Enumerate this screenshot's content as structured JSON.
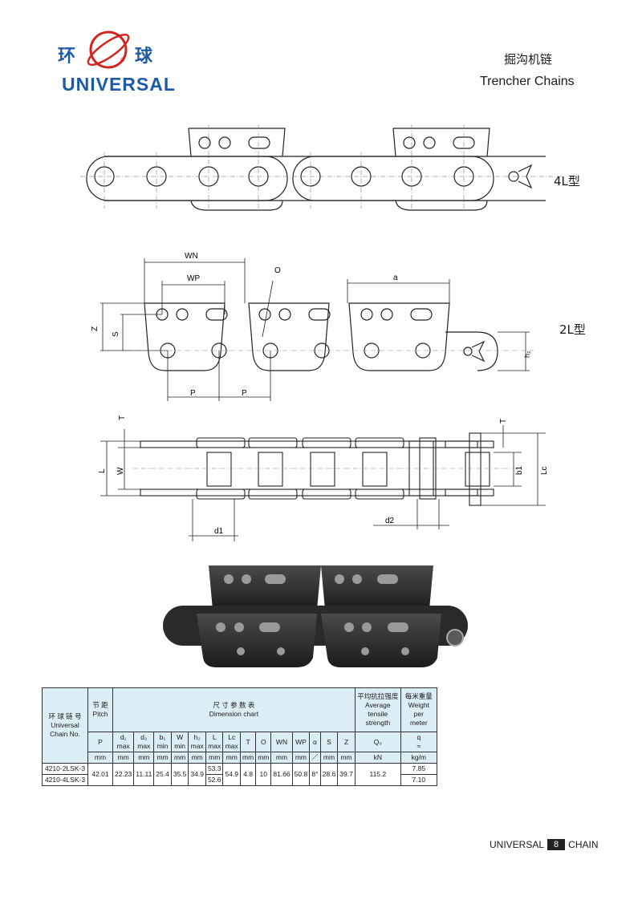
{
  "logo": {
    "cn_left": "环",
    "cn_right": "球",
    "registered": "®",
    "en": "UNIVERSAL"
  },
  "header": {
    "title_cn": "掘沟机链",
    "title_en": "Trencher Chains"
  },
  "diagram_top": {
    "type_label": "4L型"
  },
  "diagram_mid": {
    "type_label": "2L型",
    "dims": {
      "wn": "WN",
      "wp": "WP",
      "o": "O",
      "a": "a",
      "z": "Z",
      "s": "S",
      "p1": "P",
      "p2": "P",
      "h2": "h₂"
    }
  },
  "diagram_side": {
    "dims": {
      "t_left": "T",
      "t_right": "T",
      "l": "L",
      "w": "W",
      "b1": "b1",
      "lc": "Lc",
      "d1": "d1",
      "d2": "d2"
    }
  },
  "table": {
    "head": {
      "chain_no_cn": "环 球 链 号",
      "chain_no_en1": "Universal",
      "chain_no_en2": "Chain No.",
      "pitch_cn": "节 距",
      "pitch_en": "Pitch",
      "dim_cn": "尺 寸 参 数 表",
      "dim_en": "Dimension chart",
      "tensile_cn": "平均抗拉强度",
      "tensile_en1": "Average",
      "tensile_en2": "tensile",
      "tensile_en3": "strength",
      "weight_cn": "每米重量",
      "weight_en1": "Weight",
      "weight_en2": "per",
      "weight_en3": "meter"
    },
    "symbols": [
      {
        "sym": "P",
        "sub": ""
      },
      {
        "sym": "d₁",
        "sub": "max"
      },
      {
        "sym": "d₂",
        "sub": "max"
      },
      {
        "sym": "b₁",
        "sub": "min"
      },
      {
        "sym": "W",
        "sub": "min"
      },
      {
        "sym": "h₂",
        "sub": "max"
      },
      {
        "sym": "L",
        "sub": "max"
      },
      {
        "sym": "Lc",
        "sub": "max"
      },
      {
        "sym": "T",
        "sub": ""
      },
      {
        "sym": "O",
        "sub": ""
      },
      {
        "sym": "WN",
        "sub": ""
      },
      {
        "sym": "WP",
        "sub": ""
      },
      {
        "sym": "α",
        "sub": ""
      },
      {
        "sym": "S",
        "sub": ""
      },
      {
        "sym": "Z",
        "sub": ""
      },
      {
        "sym": "Q₀",
        "sub": ""
      },
      {
        "sym": "q",
        "sub": "≈"
      }
    ],
    "units": [
      "mm",
      "mm",
      "mm",
      "mm",
      "mm",
      "mm",
      "mm",
      "mm",
      "mm",
      "mm",
      "mm",
      "mm",
      "／",
      "mm",
      "mm",
      "kN",
      "kg/m"
    ],
    "rows": [
      {
        "chain_no": "4210-2LSK-3",
        "L": "53.3",
        "q": "7.85"
      },
      {
        "chain_no": "4210-4LSK-3",
        "L": "52.6",
        "q": "7.10"
      }
    ],
    "shared": {
      "P": "42.01",
      "d1": "22.23",
      "d2": "11.11",
      "b1": "25.4",
      "W": "35.5",
      "h2": "34.9",
      "Lc": "54.9",
      "T": "4.8",
      "O": "10",
      "WN": "81.66",
      "WP": "50.8",
      "alpha": "8°",
      "S": "28.6",
      "Z": "39.7",
      "Q0": "115.2"
    }
  },
  "footer": {
    "left": "UNIVERSAL",
    "page": "8",
    "right": "CHAIN"
  },
  "colors": {
    "brand_blue": "#1b5aa8",
    "logo_red": "#d0261f",
    "table_header": "#dceef5"
  }
}
